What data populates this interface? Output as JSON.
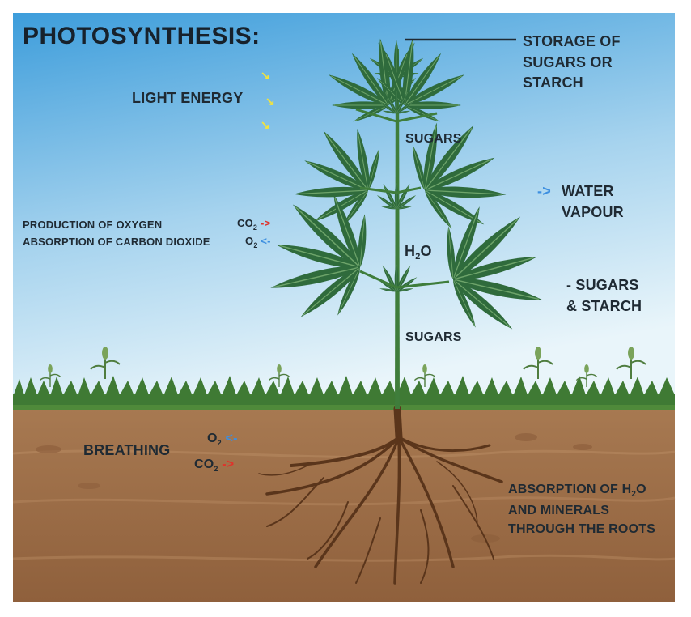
{
  "title": "PHOTOSYNTHESIS:",
  "labels": {
    "storage": "STORAGE OF\nSUGARS OR\nSTARCH",
    "light_energy": "LIGHT ENERGY",
    "sugars_top": "SUGARS",
    "water_vapour": "WATER\nVAPOUR",
    "production_oxygen": "PRODUCTION OF OXYGEN",
    "absorption_co2": "ABSORPTION OF CARBON DIOXIDE",
    "h2o": {
      "main": "H",
      "sub": "2",
      "end": "O"
    },
    "sugars_starch": "- SUGARS\n& STARCH",
    "sugars_bottom": "SUGARS",
    "breathing": "BREATHING",
    "absorption_roots_1a": "ABSORPTION OF H",
    "absorption_roots_1sub": "2",
    "absorption_roots_1b": "O",
    "absorption_roots_2": "AND MINERALS",
    "absorption_roots_3": "THROUGH THE ROOTS"
  },
  "gas": {
    "co2": {
      "main": "CO",
      "sub": "2"
    },
    "o2": {
      "main": "O",
      "sub": "2"
    },
    "arrow_right": "->",
    "arrow_left": "<-"
  },
  "colors": {
    "sky_top": "#4aa3de",
    "sky_bottom": "#e6f3f9",
    "soil": "#9b6b45",
    "grass": "#4f8a3a",
    "leaf": "#2f6b3c",
    "root": "#5a351b",
    "out_arrow": "#e0322b",
    "in_arrow": "#3d8fe0",
    "light_arrow": "#f3e33c"
  }
}
